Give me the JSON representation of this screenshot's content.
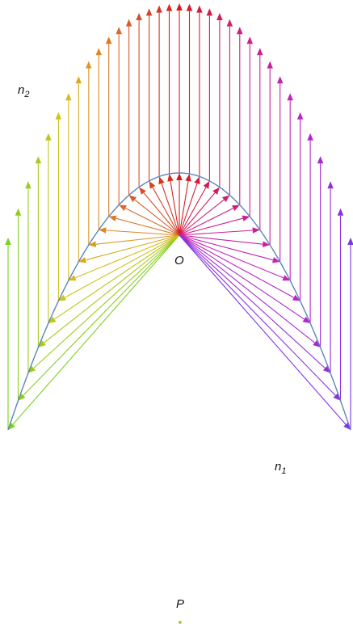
{
  "labels": {
    "n2": {
      "base": "n",
      "sub": "2"
    },
    "n1": {
      "base": "n",
      "sub": "1"
    },
    "origin": "O",
    "point": "P"
  },
  "colors": {
    "curve": "#5b86bd",
    "point": "#a9b43a",
    "ray_start": "#79d21f",
    "ray_mid1": "#d8c21b",
    "ray_mid2": "#d9622e",
    "ray_top": "#d71b1b",
    "ray_mid3": "#cf1f7c",
    "ray_mid4": "#c523c0",
    "ray_end": "#7c35e8"
  },
  "diagram": {
    "ray_count": 35,
    "description_shapes": [
      "curve",
      "inner-rays",
      "outer-rays",
      "focus-point"
    ]
  }
}
